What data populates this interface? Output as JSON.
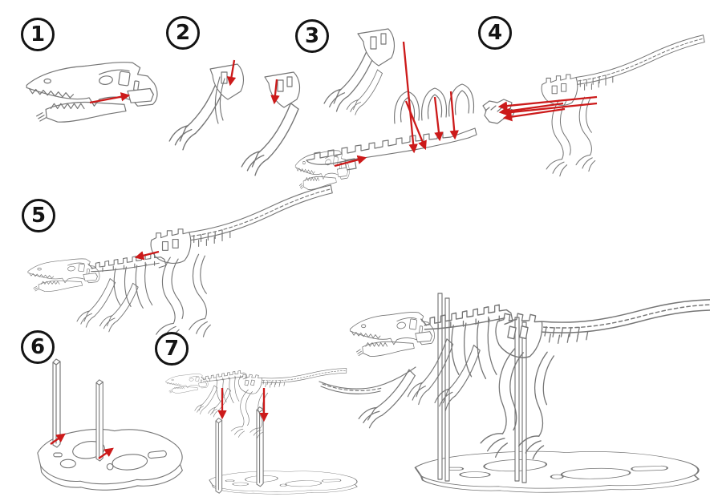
{
  "colors": {
    "background": "#ffffff",
    "line": "#757575",
    "ink": "#141414",
    "arrow": "#cc1a1a"
  },
  "steps": [
    {
      "label": "1",
      "art": "skull-with-jaw-tab-insert-arrow"
    },
    {
      "label": "2",
      "art": "forelimb-claw-assemblies-drop-arrows"
    },
    {
      "label": "3",
      "art": "skull-arms-and-ribs-onto-spine"
    },
    {
      "label": "4",
      "art": "rear-legs-tail-and-connector-piece"
    },
    {
      "label": "5",
      "art": "join-front-half-to-rear-half"
    },
    {
      "label": "6",
      "art": "base-plate-with-two-posts"
    },
    {
      "label": "7",
      "art": "lower-skeleton-onto-stand"
    }
  ],
  "final": {
    "art": "completed-dinosaur-skeleton-on-stand"
  }
}
